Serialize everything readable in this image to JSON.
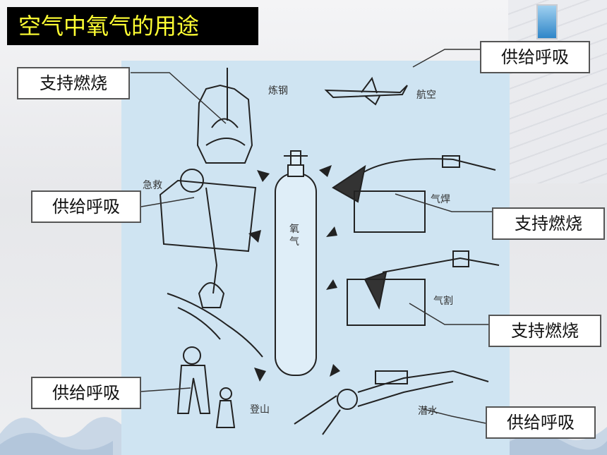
{
  "title": "空气中氧气的用途",
  "callouts": {
    "support_combustion": "支持燃烧",
    "supply_breathing": "供给呼吸"
  },
  "scene_labels": {
    "steelmaking": "炼钢",
    "aviation": "航空",
    "first_aid": "急救",
    "gas_welding": "气焊",
    "oxygen": "氧气",
    "gas_cutting": "气割",
    "climbing": "登山",
    "diving": "潜水"
  }
}
